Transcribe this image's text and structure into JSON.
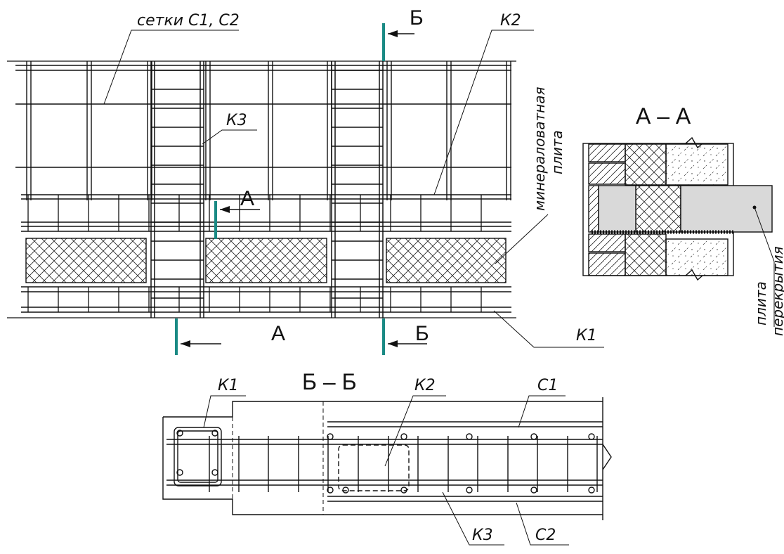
{
  "labels": {
    "meshes": "сетки С1, С2",
    "k2_top": "К2",
    "k3_top": "К3",
    "k1_right": "К1",
    "mineral_plate": "минераловатная",
    "mineral_plate_2": "плита",
    "floor_slab": "плита",
    "floor_slab_2": "перекрытия",
    "k1_bottom": "К1",
    "k2_bottom": "К2",
    "c1_bottom": "С1",
    "k3_bottom": "К3",
    "c2_bottom": "С2"
  },
  "sections": {
    "section_a": "А – А",
    "section_b": "Б – Б",
    "cut_a": "А",
    "cut_b": "Б"
  },
  "colors": {
    "cut_line": "#1a8a84",
    "ink": "#111111",
    "slab_fill": "#d9d9d9"
  }
}
